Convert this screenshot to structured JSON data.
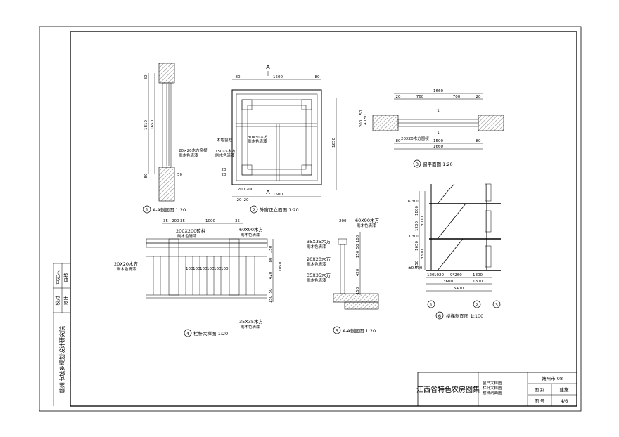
{
  "sheet": {
    "title": "江西省特色农房图集",
    "region_code": "赣州市-08",
    "drawing_category_label": "图 别",
    "drawing_category_value": "建施",
    "drawing_number_label": "图 号",
    "drawing_number_value": "4/6",
    "contents": [
      "窗户大样图",
      "栏杆大样图",
      "楼梯剖面图"
    ],
    "institute": "赣州市城乡规划设计研究院",
    "side_fields": [
      "审定人",
      "审核",
      "校对",
      "设计"
    ]
  },
  "section_marker": "A",
  "views": {
    "aa_section": {
      "title": "A-A剖面图 1:20",
      "number": "1",
      "dims": [
        "80",
        "1650",
        "1810",
        "80",
        "50"
      ],
      "notes": [
        "20×20木方窗棂",
        "刷木色清漆"
      ]
    },
    "window_elevation": {
      "title": "外窗正立面图 1:20",
      "number": "2",
      "dims": [
        "80",
        "1500",
        "80",
        "1500",
        "1650",
        "200",
        "200",
        "20",
        "20",
        "20",
        "20"
      ],
      "notes": [
        "木色窗框",
        "30X30木方",
        "刷木色清漆",
        "150X5木方",
        "刷木色清漆"
      ]
    },
    "window_plan": {
      "title": "窗平面图 1:20",
      "number": "3",
      "dims": [
        "1660",
        "20",
        "760",
        "700",
        "20",
        "50",
        "80",
        "1500",
        "1660",
        "80",
        "200",
        "140",
        "50"
      ],
      "notes": [
        "20X20木方窗棂"
      ]
    },
    "railing_detail": {
      "title": "栏杆大样图 1:20",
      "number": "4",
      "dims": [
        "35",
        "200",
        "35",
        "1000",
        "35",
        "100",
        "100",
        "100",
        "100",
        "100",
        "100",
        "150",
        "1050",
        "80",
        "420",
        "50",
        "150"
      ],
      "notes": [
        "200X200砖柱",
        "刷木色清漆",
        "60X90木方",
        "刷木色清漆",
        "20X20木方",
        "刷木色清漆",
        "35X35木方",
        "刷木色清漆"
      ]
    },
    "railing_section": {
      "title": "A-A剖面图 1:20",
      "number": "5",
      "dims": [
        "200",
        "100",
        "50",
        "150",
        "420",
        "150"
      ],
      "notes": [
        "60X90木方",
        "刷木色清漆",
        "35X35木方",
        "刷木色清漆",
        "20X20木方",
        "刷木色清漆",
        "35X35木方",
        "刷木色清漆"
      ]
    },
    "stair_section": {
      "title": "楼梯剖面图 1:100",
      "number": "6",
      "levels": [
        "6.300",
        "3.300",
        "±0.000"
      ],
      "dims": [
        "1800",
        "1200",
        "3000",
        "1650",
        "3300",
        "750",
        "1020",
        "120",
        "9*260",
        "1800",
        "3600",
        "1800",
        "5400"
      ],
      "axes": [
        "1",
        "2",
        "3"
      ]
    }
  }
}
